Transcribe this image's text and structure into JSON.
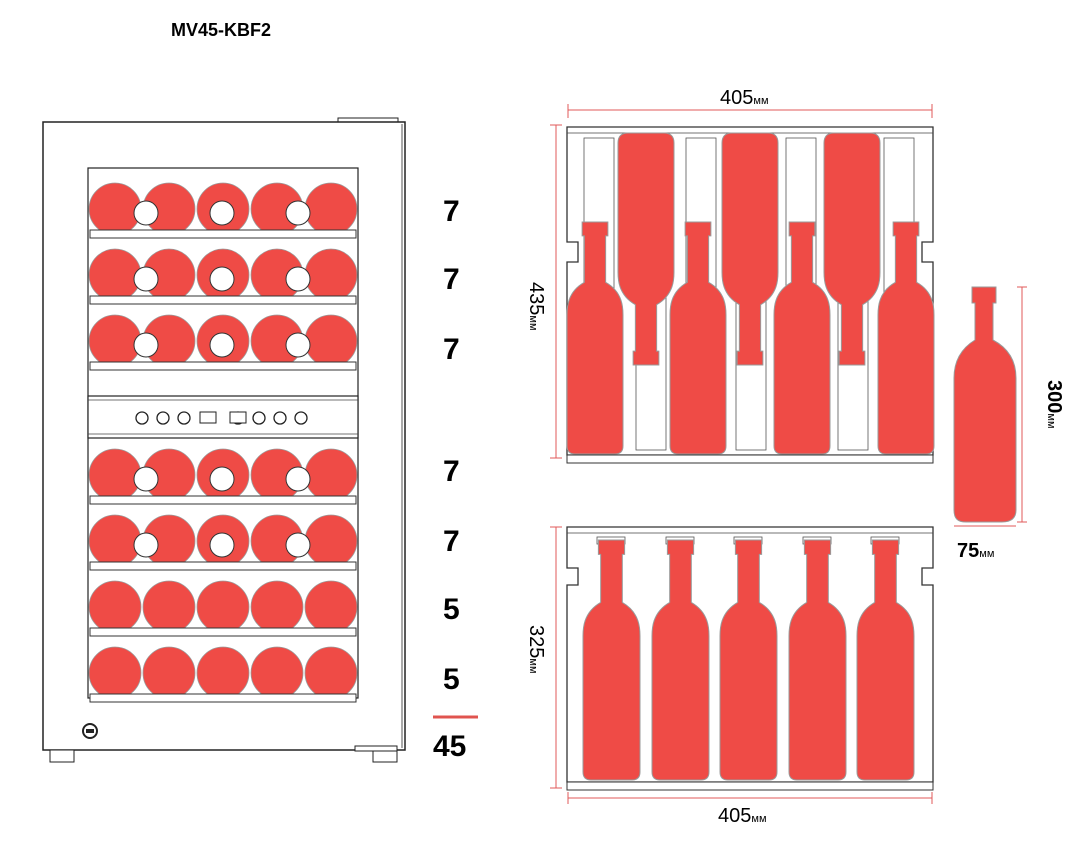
{
  "model": "MV45-KBF2",
  "shelf_counts": [
    "7",
    "7",
    "7",
    "7",
    "7",
    "5",
    "5"
  ],
  "total": "45",
  "dimensions": {
    "shelf_top_width": "405",
    "shelf_top_depth": "435",
    "bottle_height": "300",
    "bottle_diameter": "75",
    "shelf_bottom_depth": "325",
    "shelf_bottom_width": "405",
    "unit": "мм"
  },
  "colors": {
    "bottle": "#ef4b46",
    "bottle_stroke": "#9a9a9a",
    "line": "#222222",
    "dimension_line": "#e05a5a",
    "total_underline": "#e0544f"
  }
}
